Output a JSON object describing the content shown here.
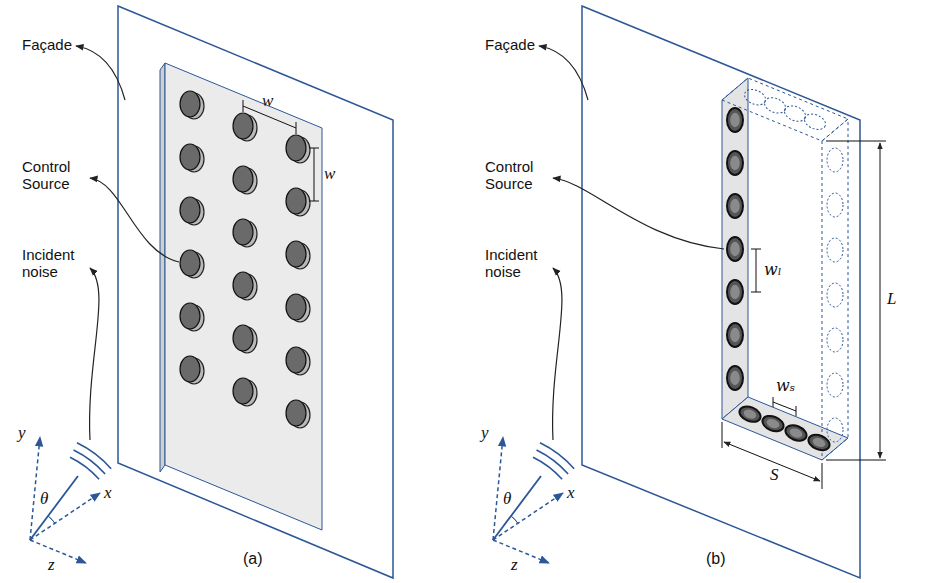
{
  "diagram": {
    "labels": [
      "Façade",
      "Control Source",
      "Incident noise",
      "y",
      "θ",
      "x",
      "z",
      "w",
      "w",
      "(a)",
      "Façade",
      "Control Source",
      "Incident noise",
      "y",
      "θ",
      "x",
      "z",
      "wₗ",
      "wₛ",
      "S",
      "L",
      "(b)"
    ]
  }
}
